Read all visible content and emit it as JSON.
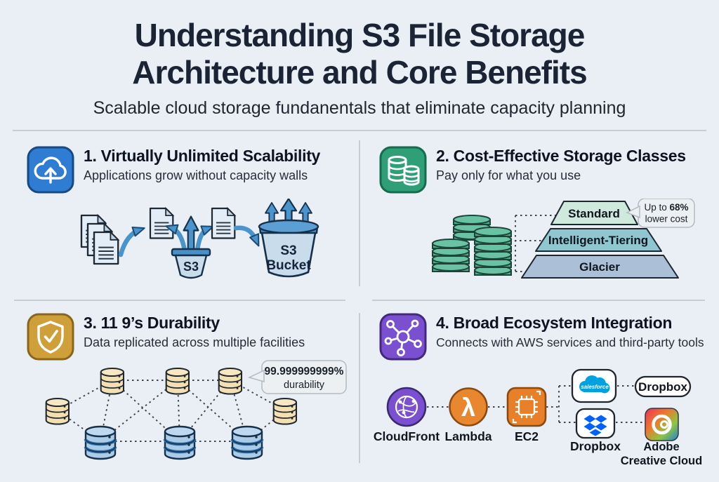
{
  "header": {
    "title_line1": "Understanding S3 File Storage",
    "title_line2": "Architecture and Core Benefits",
    "subtitle": "Scalable cloud storage fundanentals that eliminate capacity planning"
  },
  "colors": {
    "background": "#e9eff5",
    "title": "#1b2435",
    "divider": "#c6cdd5",
    "scalability_accent": "#2e7dd2",
    "storage_accent": "#2f9f78",
    "durability_accent": "#cfa03a",
    "ecosystem_accent": "#7a4fd0",
    "arrow_blue": "#4a94cc",
    "coin_green": "#57b99b",
    "db_tan": "#f2dfb2",
    "db_blue": "#abcce8",
    "salesforce_blue": "#00a1e0",
    "dropbox_blue": "#0061fe"
  },
  "scalability": {
    "icon": "cloud-upload-icon",
    "title": "1. Virtually Unlimited Scalability",
    "subtitle": "Applications grow without capacity walls",
    "small_bucket_label": "S3",
    "big_bucket_label_1": "S3",
    "big_bucket_label_2": "Bucket"
  },
  "storage_classes": {
    "icon": "coin-stacks-icon",
    "title": "2. Cost-Effective Storage Classes",
    "subtitle": "Pay only for what you use",
    "tiers": [
      {
        "label": "Standard",
        "color": "#cfe9dd"
      },
      {
        "label": "Intelligent-Tiering",
        "color": "#8fc6cf"
      },
      {
        "label": "Glacier",
        "color": "#abc0d7"
      }
    ],
    "callout": {
      "prefix": "Up to ",
      "value": "68%",
      "line2": "lower cost"
    }
  },
  "durability": {
    "icon": "shield-check-icon",
    "title": "3. 11 9’s Durability",
    "subtitle": "Data replicated across multiple facilities",
    "callout": {
      "line1": "99.999999999%",
      "line2": "durability"
    }
  },
  "ecosystem": {
    "icon": "network-hub-icon",
    "title": "4. Broad Ecosystem Integration",
    "subtitle": "Connects with AWS services and third-party tools",
    "lambda_glyph": "λ",
    "aws_services": [
      {
        "label": "CloudFront"
      },
      {
        "label": "Lambda"
      },
      {
        "label": "EC2"
      }
    ],
    "integrations": {
      "salesforce_logo_text": "salesforce",
      "dropbox_pill": "Dropbox",
      "dropbox_label": "Dropbox",
      "adobe_label_1": "Adobe",
      "adobe_label_2": "Creative Cloud"
    }
  }
}
